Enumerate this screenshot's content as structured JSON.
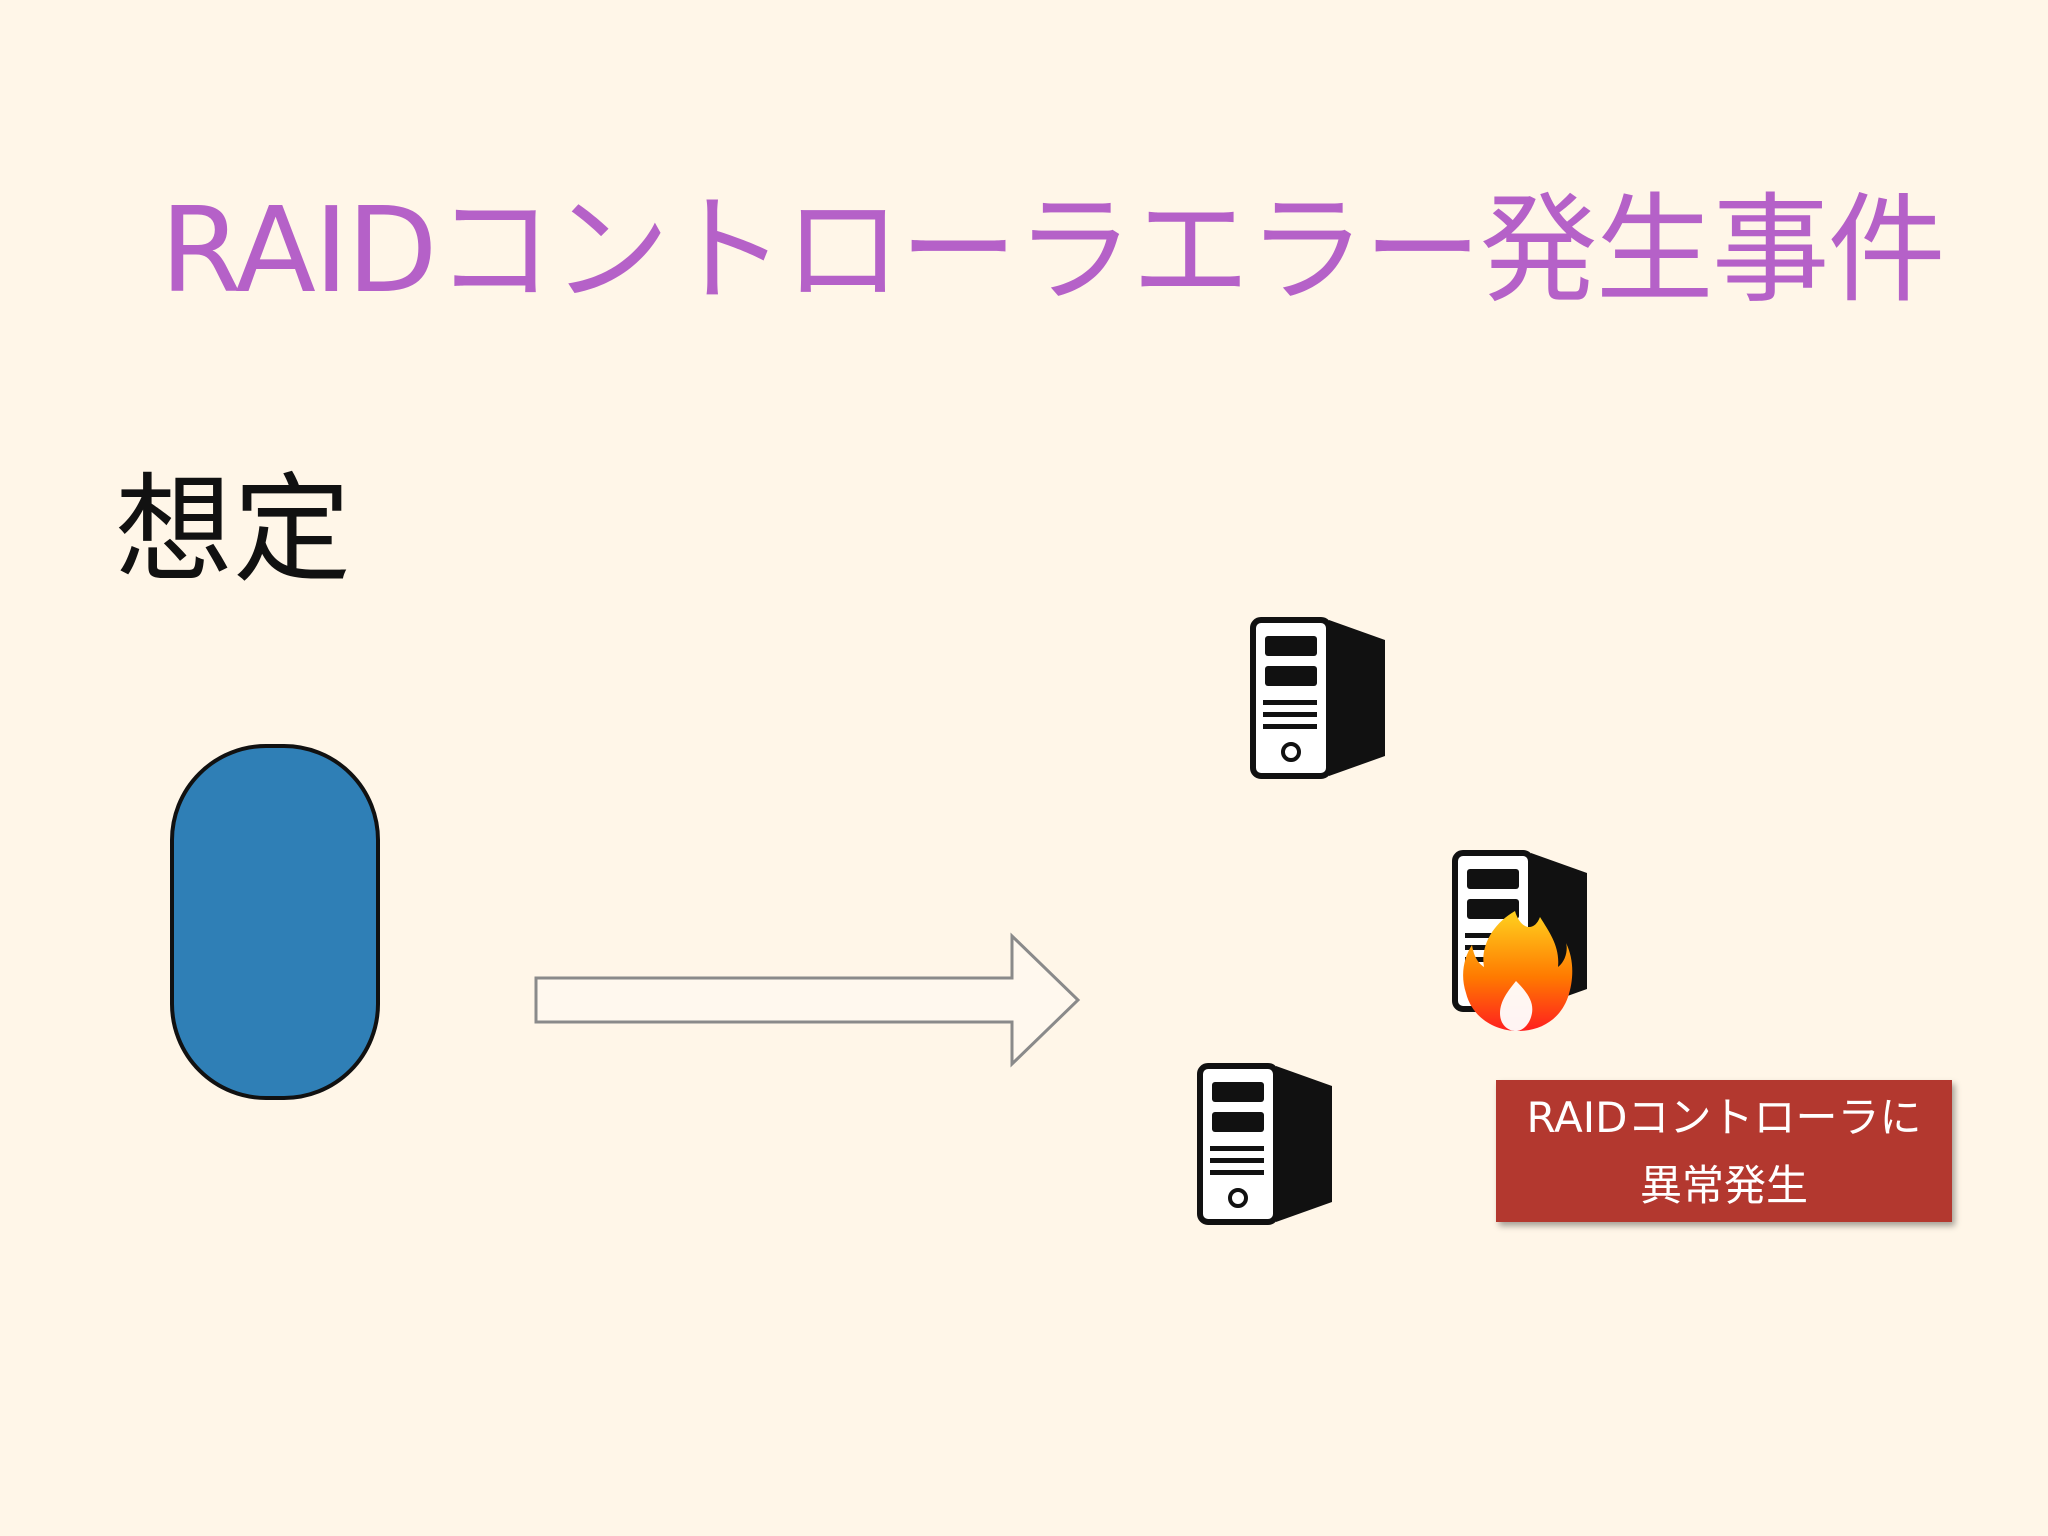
{
  "slide": {
    "title": "RAIDコントローラエラー発生事件",
    "subtitle": "想定",
    "alert": {
      "line1": "RAIDコントローラに",
      "line2": "異常発生"
    }
  },
  "colors": {
    "background": "#fff6e8",
    "title": "#b561c8",
    "client_fill": "#2f7fb6",
    "alert_fill": "#b3382f",
    "server_body": "#111111"
  },
  "icons": {
    "client": "client-device-icon",
    "arrow": "right-arrow-icon",
    "server": "server-tower-icon",
    "fire": "fire-icon"
  }
}
